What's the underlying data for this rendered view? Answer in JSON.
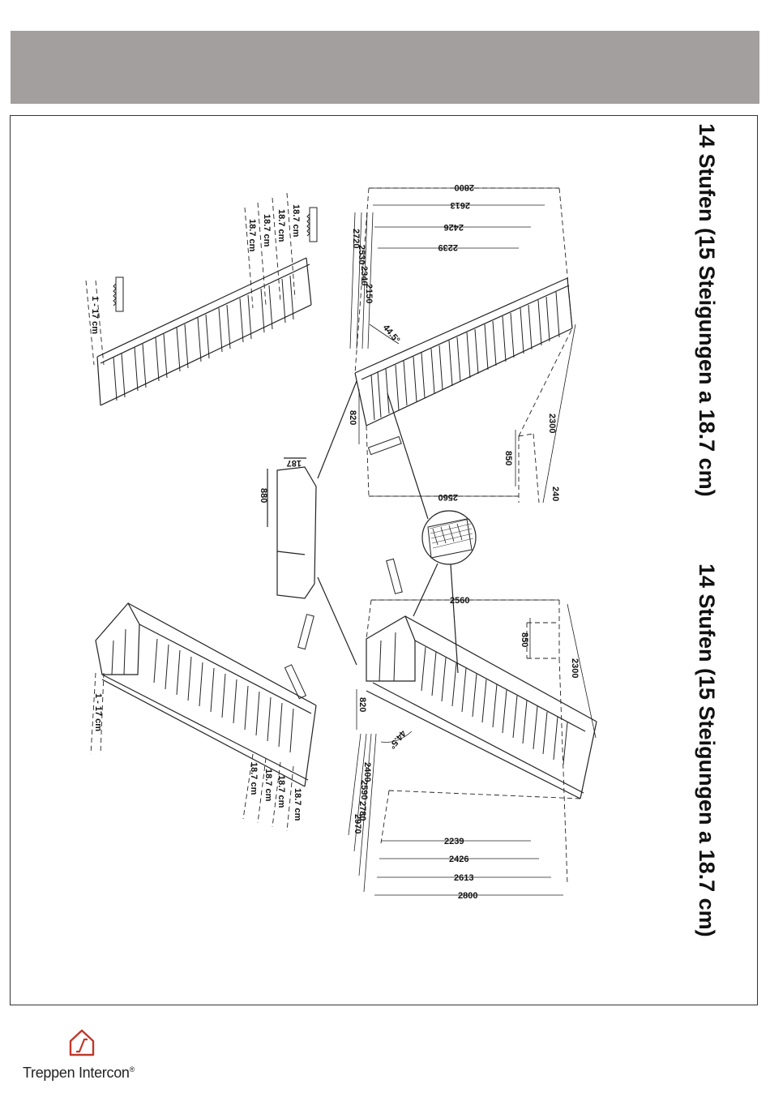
{
  "titles": {
    "straight": "14 Stufen (15 Steigungen a 18.7 cm)",
    "landing": "14 Stufen (15 Steigungen a 18.7 cm)"
  },
  "labels": {
    "riser_a": "18.7 cm",
    "riser_b": "18.7 cm",
    "riser_c": "18.7 cm",
    "riser_d": "18.7 cm",
    "tread_range": "1 - 17 cm",
    "riser_e": "18.7 cm",
    "riser_f": "18.7 cm",
    "riser_g": "18.7 cm",
    "riser_h": "18.7 cm",
    "tread_range_2": "1 - 17 cm"
  },
  "dims_top": {
    "d2800": "2800",
    "d2613": "2613",
    "d2426": "2426",
    "d2239": "2239",
    "h2720": "2720",
    "h2530": "2530",
    "h2340": "2340",
    "h2150": "2150",
    "angle": "44.5°",
    "d820": "820",
    "d2300": "2300",
    "d850": "850",
    "d2560": "2560",
    "d240": "240"
  },
  "dims_center": {
    "d187": "187",
    "d880": "880"
  },
  "dims_bottom": {
    "d2560": "2560",
    "d850": "850",
    "d2300": "2300",
    "d820": "820",
    "angle": "44.5°",
    "h2400": "2400",
    "h2590": "2590",
    "h2780": "2780",
    "h2970": "2970",
    "d2239": "2239",
    "d2426": "2426",
    "d2613": "2613",
    "d2800": "2800"
  },
  "brand": {
    "name": "Treppen Intercon",
    "mark": "®"
  },
  "colors": {
    "header_band": "#a39f9e",
    "logo_red": "#c0392b",
    "ink": "#111111"
  }
}
